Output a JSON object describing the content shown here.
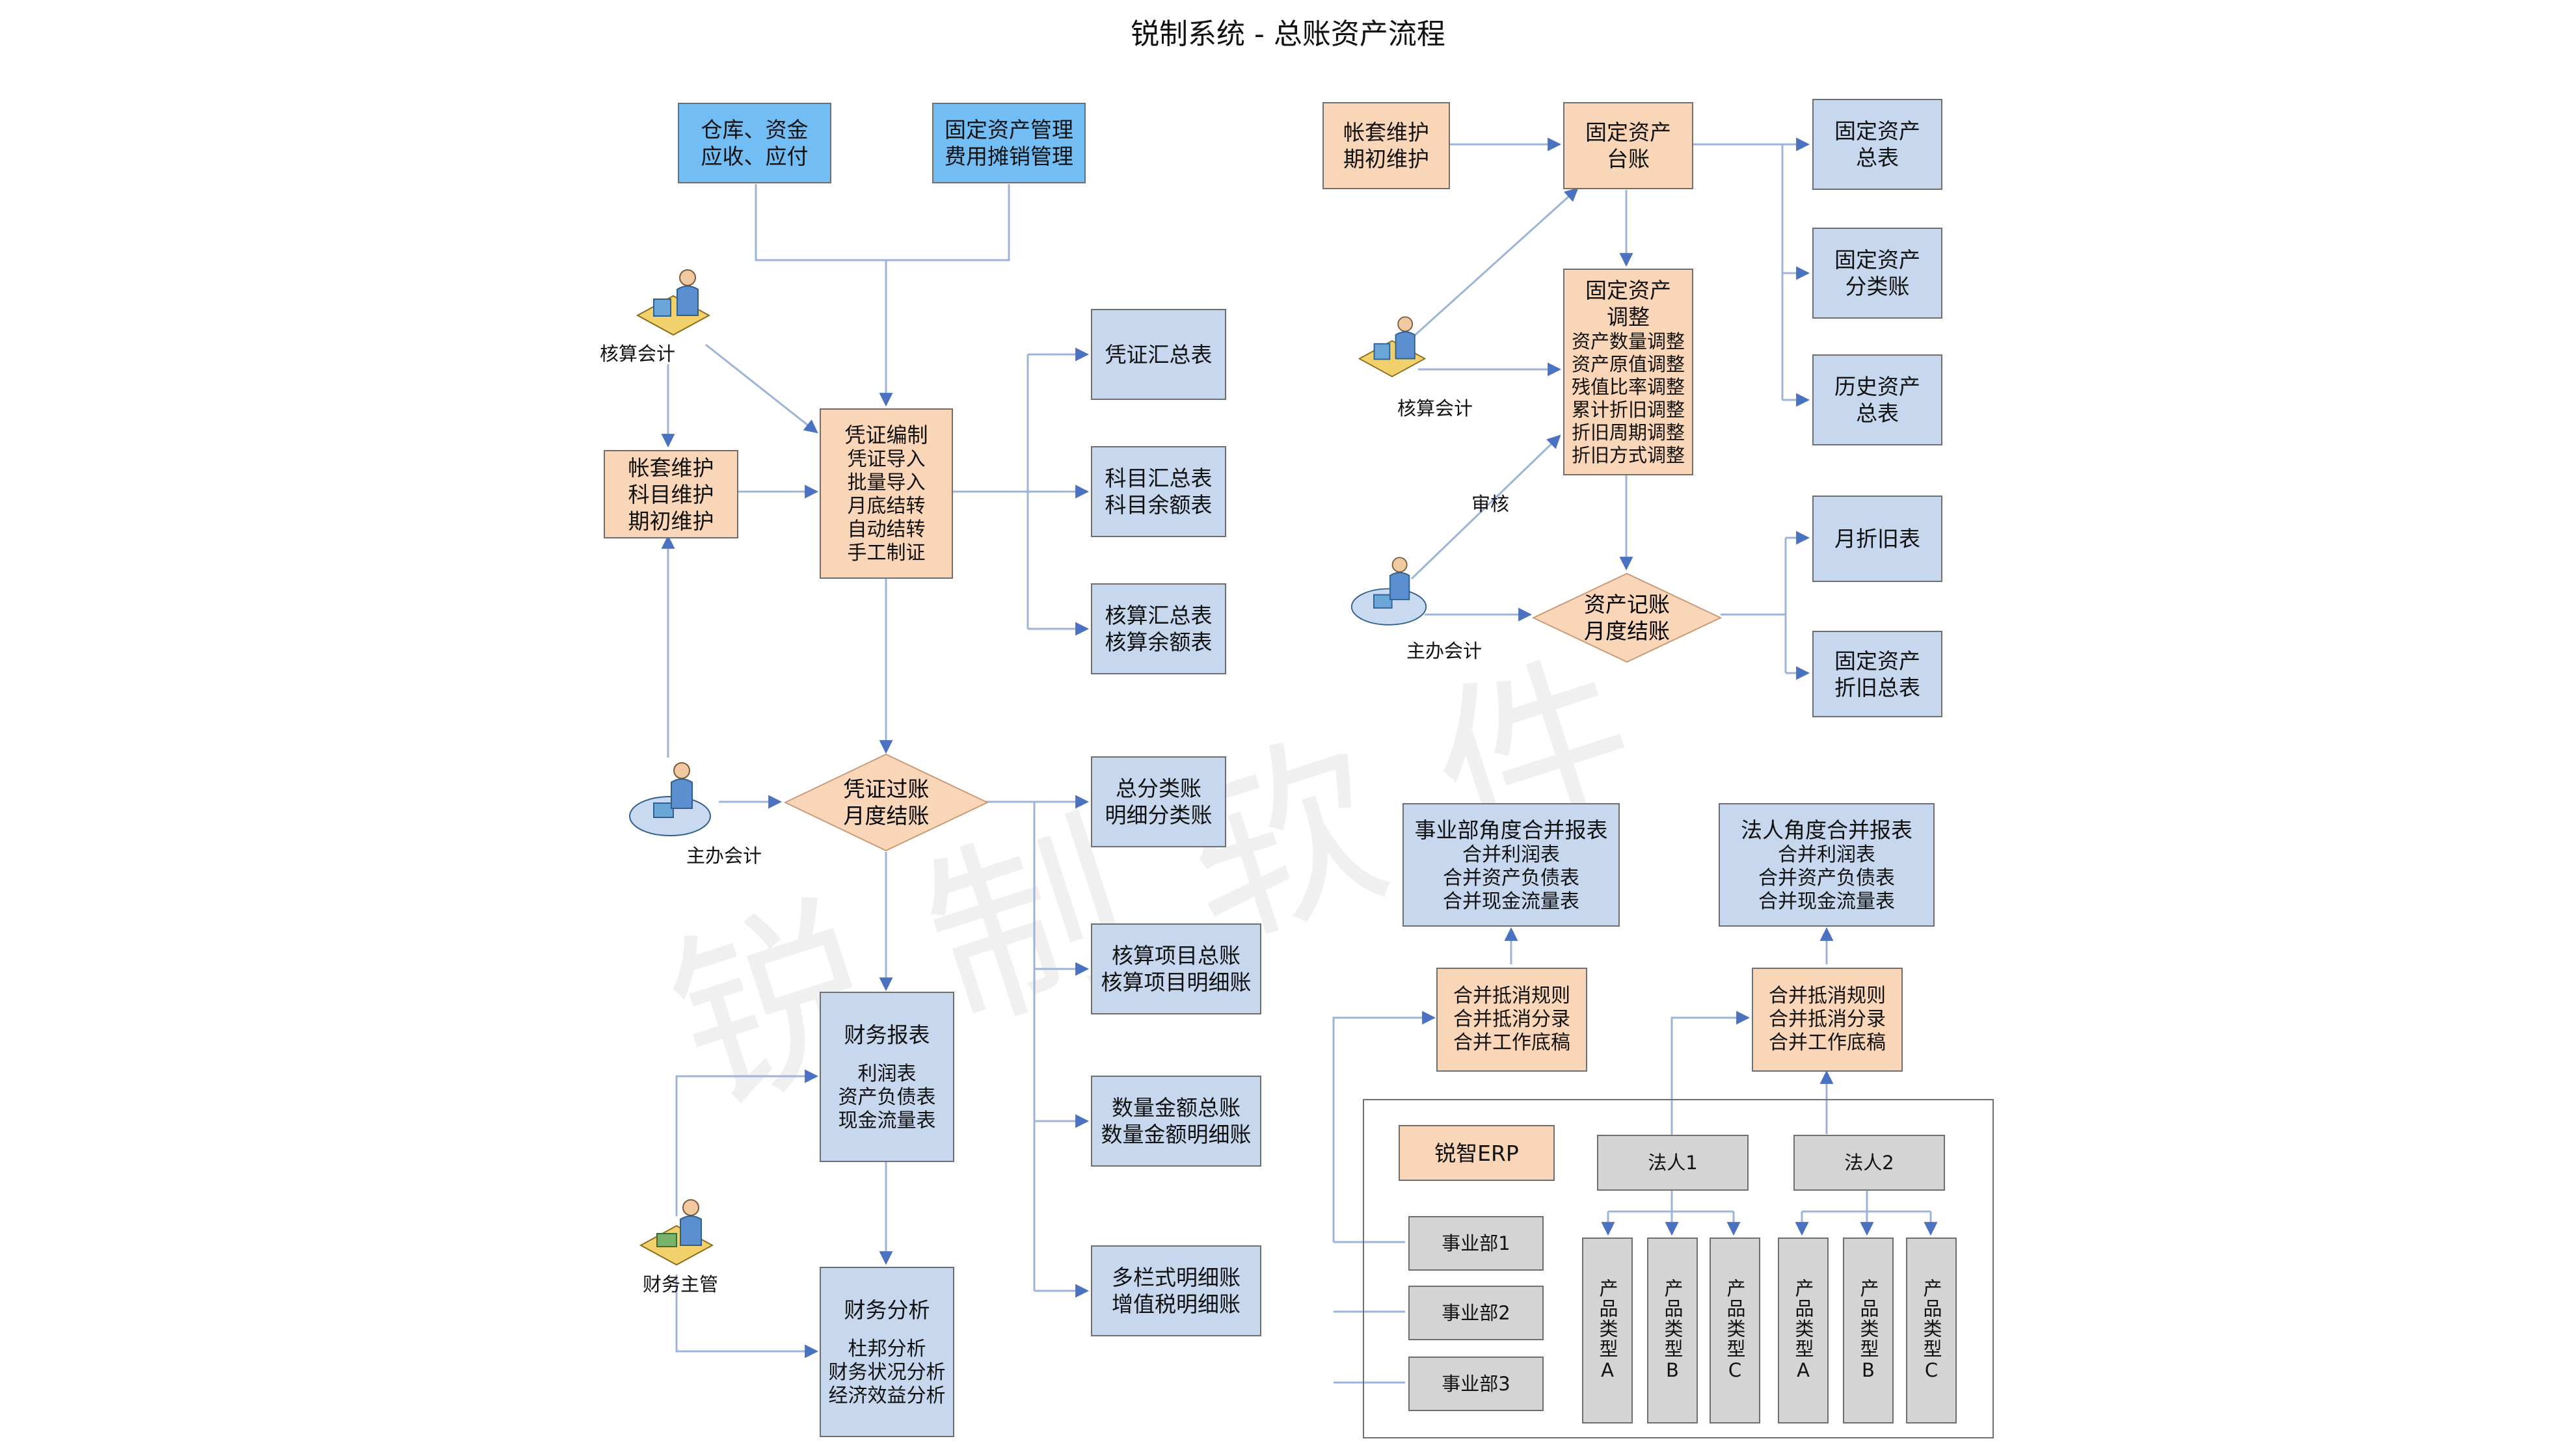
{
  "title": "锐制系统 - 总账资产流程",
  "watermark": "锐制软件",
  "left": {
    "source1": [
      "仓库、资金",
      "应收、应付"
    ],
    "source2": [
      "固定资产管理",
      "费用摊销管理"
    ],
    "maint": [
      "帐套维护",
      "科目维护",
      "期初维护"
    ],
    "voucher_title": "凭证编制",
    "voucher_items": [
      "凭证导入",
      "批量导入",
      "月底结转",
      "自动结转",
      "手工制证"
    ],
    "rep1": [
      "凭证汇总表"
    ],
    "rep2": [
      "科目汇总表",
      "科目余额表"
    ],
    "rep3": [
      "核算汇总表",
      "核算余额表"
    ],
    "post": [
      "凭证过账",
      "月度结账"
    ],
    "ledger1": [
      "总分类账",
      "明细分类账"
    ],
    "ledger2": [
      "核算项目总账",
      "核算项目明细账"
    ],
    "ledger3": [
      "数量金额总账",
      "数量金额明细账"
    ],
    "ledger4": [
      "多栏式明细账",
      "增值税明细账"
    ],
    "fin_title": "财务报表",
    "fin_items": [
      "利润表",
      "资产负债表",
      "现金流量表"
    ],
    "ana_title": "财务分析",
    "ana_items": [
      "杜邦分析",
      "财务状况分析",
      "经济效益分析"
    ],
    "role_accountant": "核算会计",
    "role_chief": "主办会计",
    "role_supervisor": "财务主管"
  },
  "right": {
    "maint": [
      "帐套维护",
      "期初维护"
    ],
    "ledger": [
      "固定资产",
      "台账"
    ],
    "adj_title": [
      "固定资产",
      "调整"
    ],
    "adj_items": [
      "资产数量调整",
      "资产原值调整",
      "残值比率调整",
      "累计折旧调整",
      "折旧周期调整",
      "折旧方式调整"
    ],
    "out1": [
      "固定资产",
      "总表"
    ],
    "out2": [
      "固定资产",
      "分类账"
    ],
    "out3": [
      "历史资产",
      "总表"
    ],
    "out4": [
      "月折旧表"
    ],
    "out5": [
      "固定资产",
      "折旧总表"
    ],
    "post": [
      "资产记账",
      "月度结账"
    ],
    "audit": "审核",
    "role_accountant": "核算会计",
    "role_chief": "主办会计"
  },
  "consolidation": {
    "dept_report_title": "事业部角度合并报表",
    "legal_report_title": "法人角度合并报表",
    "report_items": [
      "合并利润表",
      "合并资产负债表",
      "合并现金流量表"
    ],
    "elim_items": [
      "合并抵消规则",
      "合并抵消分录",
      "合并工作底稿"
    ],
    "erp": "锐智ERP",
    "legal1": "法人1",
    "legal2": "法人2",
    "depts": [
      "事业部1",
      "事业部2",
      "事业部3"
    ],
    "products": [
      "产品类型A",
      "产品类型B",
      "产品类型C",
      "产品类型A",
      "产品类型B",
      "产品类型C"
    ]
  },
  "colors": {
    "blue_box": "#c7d8ee",
    "sky_box": "#72bdf4",
    "peach_box": "#fad6b8",
    "gray_box": "#d4d4d4",
    "line": "#9db3d9",
    "arrow": "#4a72c0"
  }
}
